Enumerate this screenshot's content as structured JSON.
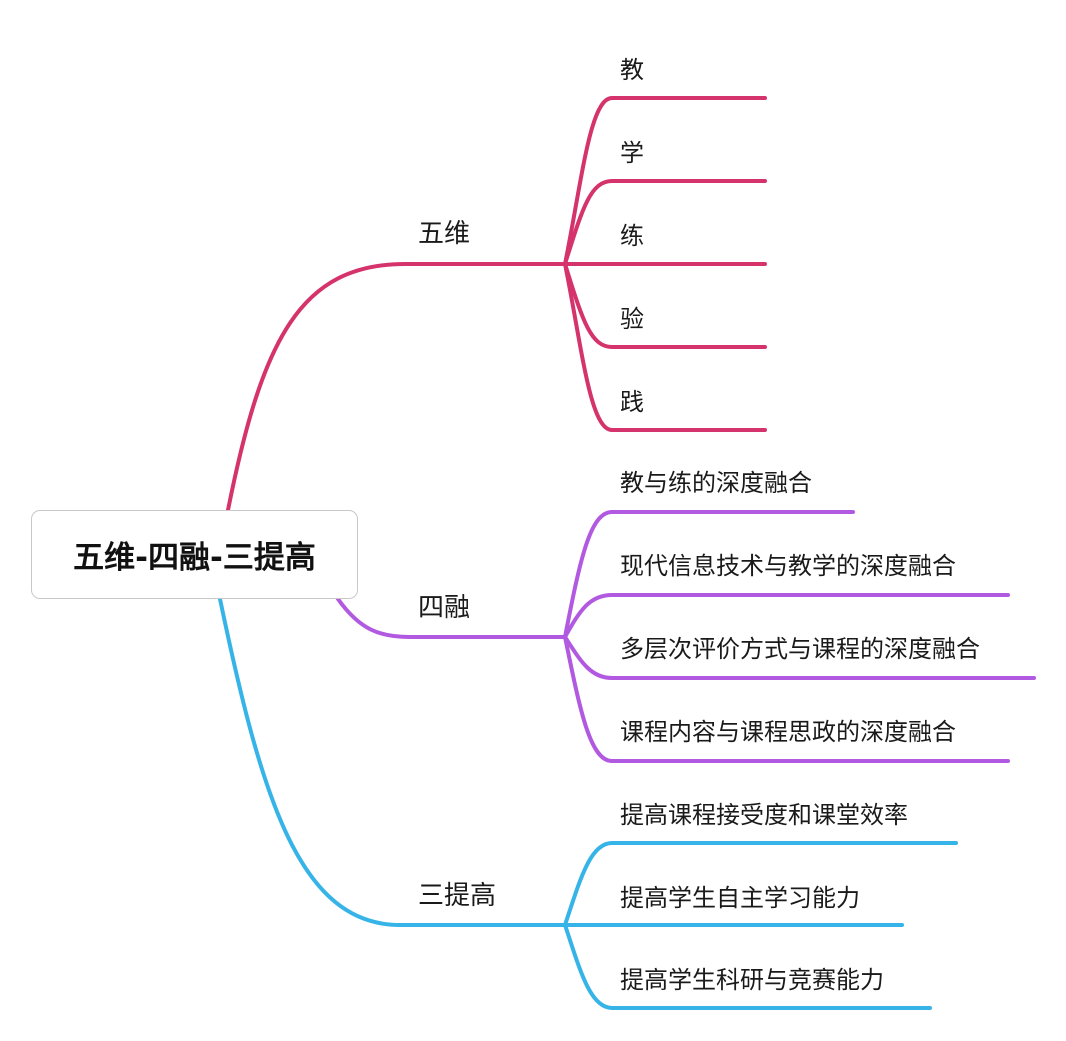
{
  "root": {
    "label": "五维-四融-三提高"
  },
  "branches": [
    {
      "label": "五维",
      "color": "#d5336b",
      "children": [
        "教",
        "学",
        "练",
        "验",
        "践"
      ]
    },
    {
      "label": "四融",
      "color": "#b159e0",
      "children": [
        "教与练的深度融合",
        "现代信息技术与教学的深度融合",
        "多层次评价方式与课程的深度融合",
        "课程内容与课程思政的深度融合"
      ]
    },
    {
      "label": "三提高",
      "color": "#36b4e8",
      "children": [
        "提高课程接受度和课堂效率",
        "提高学生自主学习能力",
        "提高学生科研与竞赛能力"
      ]
    }
  ]
}
